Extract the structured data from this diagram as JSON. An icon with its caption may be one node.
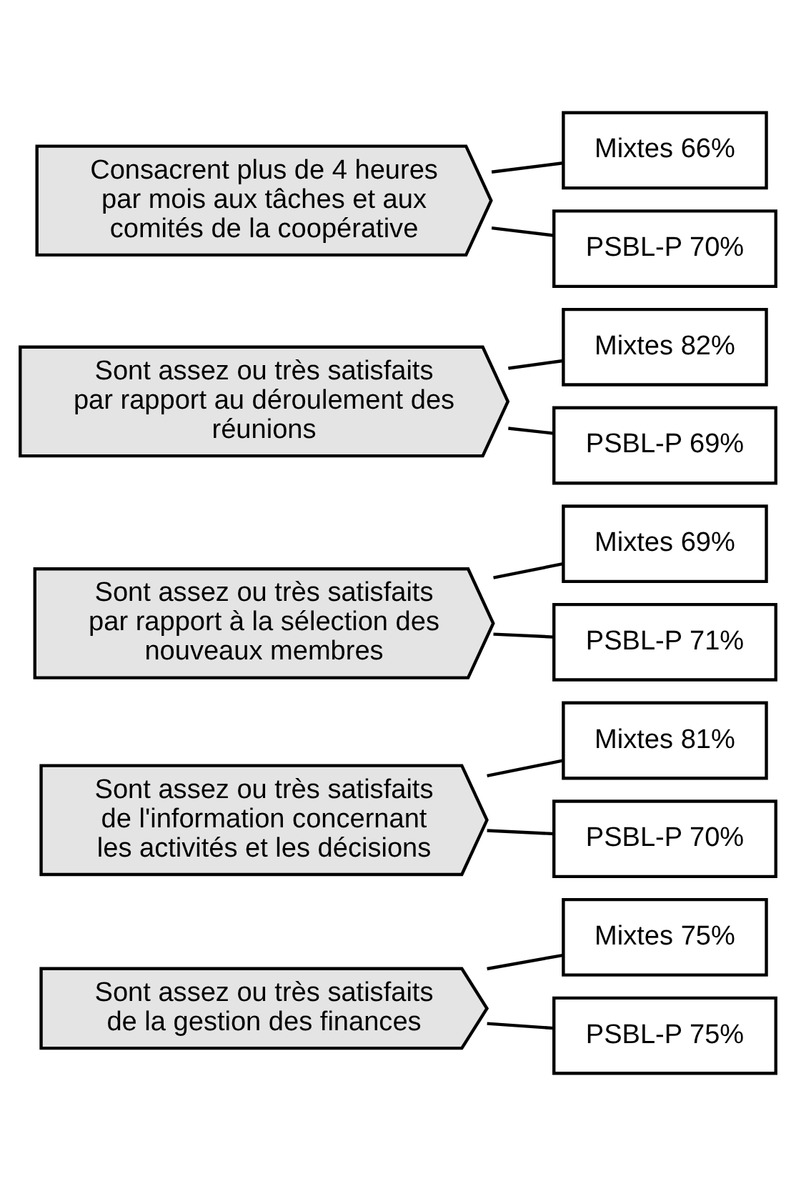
{
  "diagram": {
    "nodes": [
      {
        "text": [
          "Sont assez ou très satisfaits de la gestion des finances"
        ]
      },
      {
        "text": [
          "Mixtes 75%"
        ]
      },
      {
        "text": [
          "PSBL-P 75%"
        ]
      },
      {
        "text": [
          "Sont assez ou très satisfaits de l'information concernant les activités et les décisions"
        ]
      },
      {
        "text": [
          "Mixtes 81%"
        ]
      },
      {
        "text": [
          "PSBL-P 70%"
        ]
      },
      {
        "text": [
          "Sont assez ou très satisfaits par rapport à la sélection des nouveaux membres"
        ]
      },
      {
        "text": [
          "Mixtes 69%"
        ]
      },
      {
        "text": [
          "PSBL-P 71%"
        ]
      },
      {
        "text": [
          "Sont assez ou très satisfaits par rapport au déroulement des réunions"
        ]
      },
      {
        "text": [
          "Mixtes 82%"
        ]
      },
      {
        "text": [
          "PSBL-P 69%"
        ]
      },
      {
        "text": [
          "Consacrent plus de 4 heures par mois aux tâches et aux comités de la coopérative"
        ]
      },
      {
        "text": [
          "Mixtes 66%"
        ]
      },
      {
        "text": [
          "PSBL-P 70%"
        ]
      }
    ],
    "edges": [
      {
        "from": 0,
        "to": 1,
        "arrow": "none"
      },
      {
        "from": 0,
        "to": 2,
        "arrow": "none"
      },
      {
        "from": 3,
        "to": 4,
        "arrow": "none"
      },
      {
        "from": 3,
        "to": 5,
        "arrow": "none"
      },
      {
        "from": 6,
        "to": 7,
        "arrow": "none"
      },
      {
        "from": 6,
        "to": 8,
        "arrow": "none"
      },
      {
        "from": 9,
        "to": 10,
        "arrow": "none"
      },
      {
        "from": 9,
        "to": 11,
        "arrow": "none"
      },
      {
        "from": 12,
        "to": 13,
        "arrow": "none"
      },
      {
        "from": 12,
        "to": 14,
        "arrow": "none"
      }
    ]
  }
}
